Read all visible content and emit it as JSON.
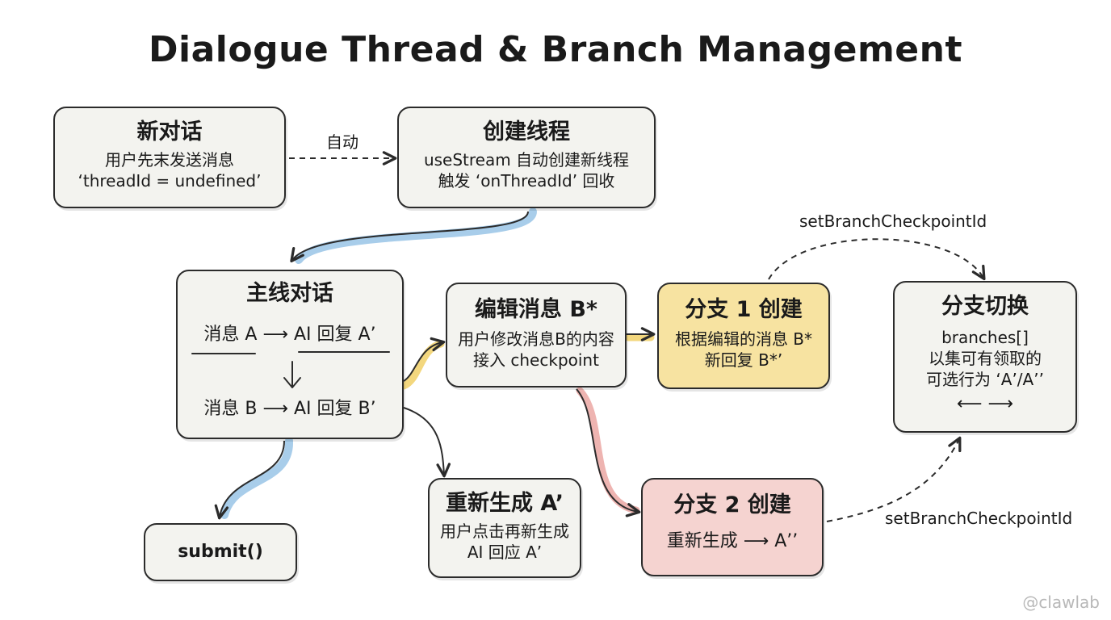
{
  "title": "Dialogue Thread & Branch Management",
  "nodes": {
    "new_dialog": {
      "title": "新对话",
      "lines": [
        "用户先末发送消息",
        "‘threadId = undefined’"
      ]
    },
    "create_thread": {
      "title": "创建线程",
      "lines": [
        "useStream 自动创建新线程",
        "触发 ‘onThreadId’ 回收"
      ]
    },
    "main_dialog": {
      "title": "主线对话",
      "msg_a": "消息 A ⟶ AI 回复 A’",
      "msg_b": "消息 B ⟶ AI 回复 B’"
    },
    "edit_msg": {
      "title": "编辑消息 B*",
      "lines": [
        "用户修改消息B的内容",
        "接入 checkpoint"
      ]
    },
    "branch1": {
      "title": "分支 1 创建",
      "lines": [
        "根据编辑的消息 B*",
        "新回复 B*’"
      ]
    },
    "branch_switch": {
      "title": "分支切换",
      "lines": [
        "branches[]",
        "以集可有领取的",
        "可选行为 ‘A’/A’’"
      ],
      "arrows": "⟵ ⟶"
    },
    "regenerate": {
      "title": "重新生成 A’",
      "lines": [
        "用户点击再新生成",
        "AI 回应 A’"
      ]
    },
    "branch2": {
      "title": "分支 2 创建",
      "line": "重新生成 ⟶ A’’"
    },
    "submit": {
      "label": "submit()"
    }
  },
  "edges": {
    "auto": "自动",
    "set_branch_top": "setBranchCheckpointId",
    "set_branch_bottom": "setBranchCheckpointId"
  },
  "colors": {
    "blue_highlight": "#a8cdea",
    "yellow_highlight": "#f3d77e",
    "pink_highlight": "#eeb4b1",
    "yellow_box": "#f7e3a1",
    "pink_box": "#f5d3d0",
    "node_fill": "#f3f3ef",
    "stroke": "#2b2b2b"
  },
  "watermark": "@clawlab"
}
